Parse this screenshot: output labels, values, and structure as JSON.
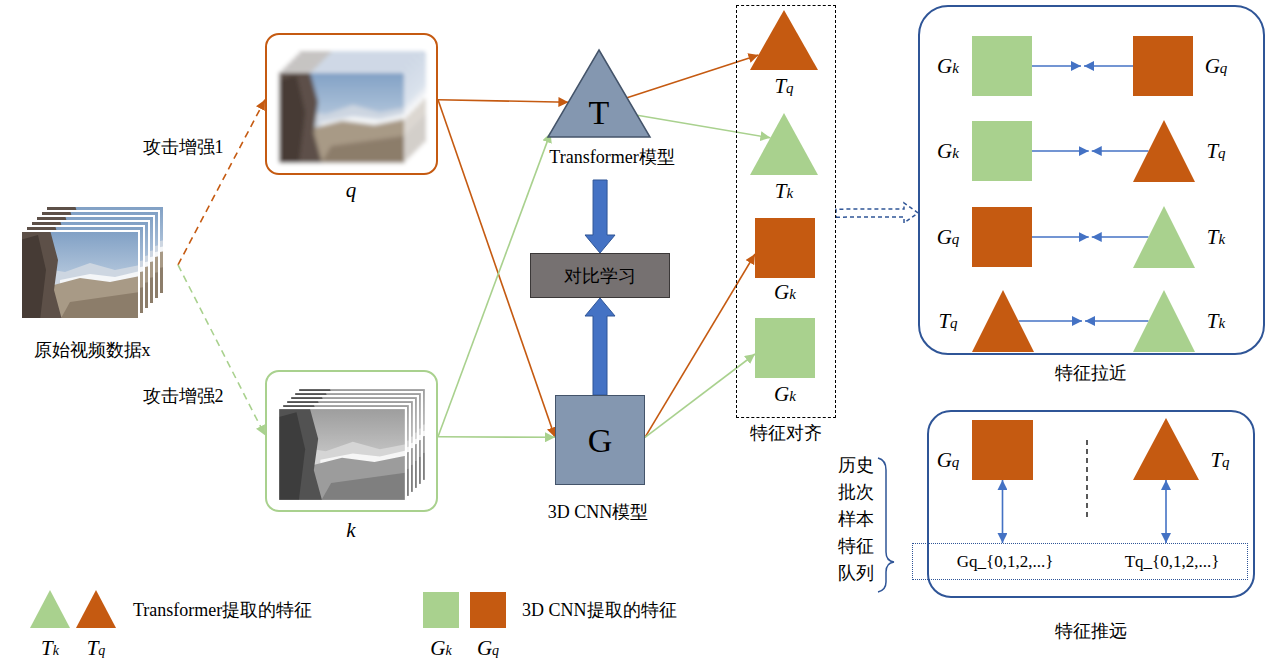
{
  "diagram": {
    "nodes": [
      {
        "text": [
          "原始视频数据x"
        ]
      },
      {
        "text": [
          "q"
        ]
      },
      {
        "text": [
          "k"
        ]
      },
      {
        "text": [
          "T",
          "Transformer模型"
        ]
      },
      {
        "text": [
          "对比学习"
        ]
      },
      {
        "text": [
          "G",
          "3D CNN模型"
        ]
      },
      {
        "text": [
          "特征对齐"
        ]
      },
      {
        "text": [
          "Tq"
        ],
        "in": 6
      },
      {
        "text": [
          "Tk"
        ],
        "in": 6
      },
      {
        "text": [
          "Gk"
        ],
        "in": 6
      },
      {
        "text": [
          "Gk"
        ],
        "in": 6
      },
      {
        "text": [
          "特征拉近"
        ]
      },
      {
        "text": [
          "Gk"
        ],
        "in": 11
      },
      {
        "text": [
          "Gq"
        ],
        "in": 11
      },
      {
        "text": [
          "Gk"
        ],
        "in": 11
      },
      {
        "text": [
          "Tq"
        ],
        "in": 11
      },
      {
        "text": [
          "Gq"
        ],
        "in": 11
      },
      {
        "text": [
          "Tk"
        ],
        "in": 11
      },
      {
        "text": [
          "Tq"
        ],
        "in": 11
      },
      {
        "text": [
          "Tk"
        ],
        "in": 11
      },
      {
        "text": [
          "特征推远"
        ]
      },
      {
        "text": [
          "Gq"
        ],
        "in": 20
      },
      {
        "text": [
          "Tq"
        ],
        "in": 20
      },
      {
        "text": [
          "Gq_{0,1,2,...}",
          "Tq_{0,1,2,...}"
        ]
      }
    ],
    "edges": [
      {
        "from": 0,
        "to": 1,
        "arrow": "to",
        "label": "攻击增强1"
      },
      {
        "from": 0,
        "to": 2,
        "arrow": "to",
        "label": "攻击增强2"
      },
      {
        "from": 1,
        "to": 3,
        "arrow": "to"
      },
      {
        "from": 1,
        "to": 5,
        "arrow": "to"
      },
      {
        "from": 2,
        "to": 3,
        "arrow": "to"
      },
      {
        "from": 2,
        "to": 5,
        "arrow": "to"
      },
      {
        "from": 3,
        "to": 7,
        "arrow": "to"
      },
      {
        "from": 3,
        "to": 8,
        "arrow": "to"
      },
      {
        "from": 5,
        "to": 9,
        "arrow": "to"
      },
      {
        "from": 5,
        "to": 10,
        "arrow": "to"
      },
      {
        "from": 3,
        "to": 4,
        "arrow": "to"
      },
      {
        "from": 5,
        "to": 4,
        "arrow": "to"
      },
      {
        "from": 6,
        "to": 11,
        "arrow": "to"
      },
      {
        "from": 12,
        "to": 13,
        "arrow": "none"
      },
      {
        "from": 14,
        "to": 15,
        "arrow": "none"
      },
      {
        "from": 16,
        "to": 17,
        "arrow": "none"
      },
      {
        "from": 18,
        "to": 19,
        "arrow": "none"
      },
      {
        "from": 21,
        "to": 23,
        "arrow": "both"
      },
      {
        "from": 22,
        "to": 23,
        "arrow": "both"
      }
    ],
    "labels": [
      "历史批次样本特征队列",
      "Tk",
      "Tq",
      "Gk",
      "Gq"
    ],
    "legend": [
      {
        "text": "Transformer提取的特征"
      },
      {
        "text": "3D CNN提取的特征"
      }
    ]
  }
}
